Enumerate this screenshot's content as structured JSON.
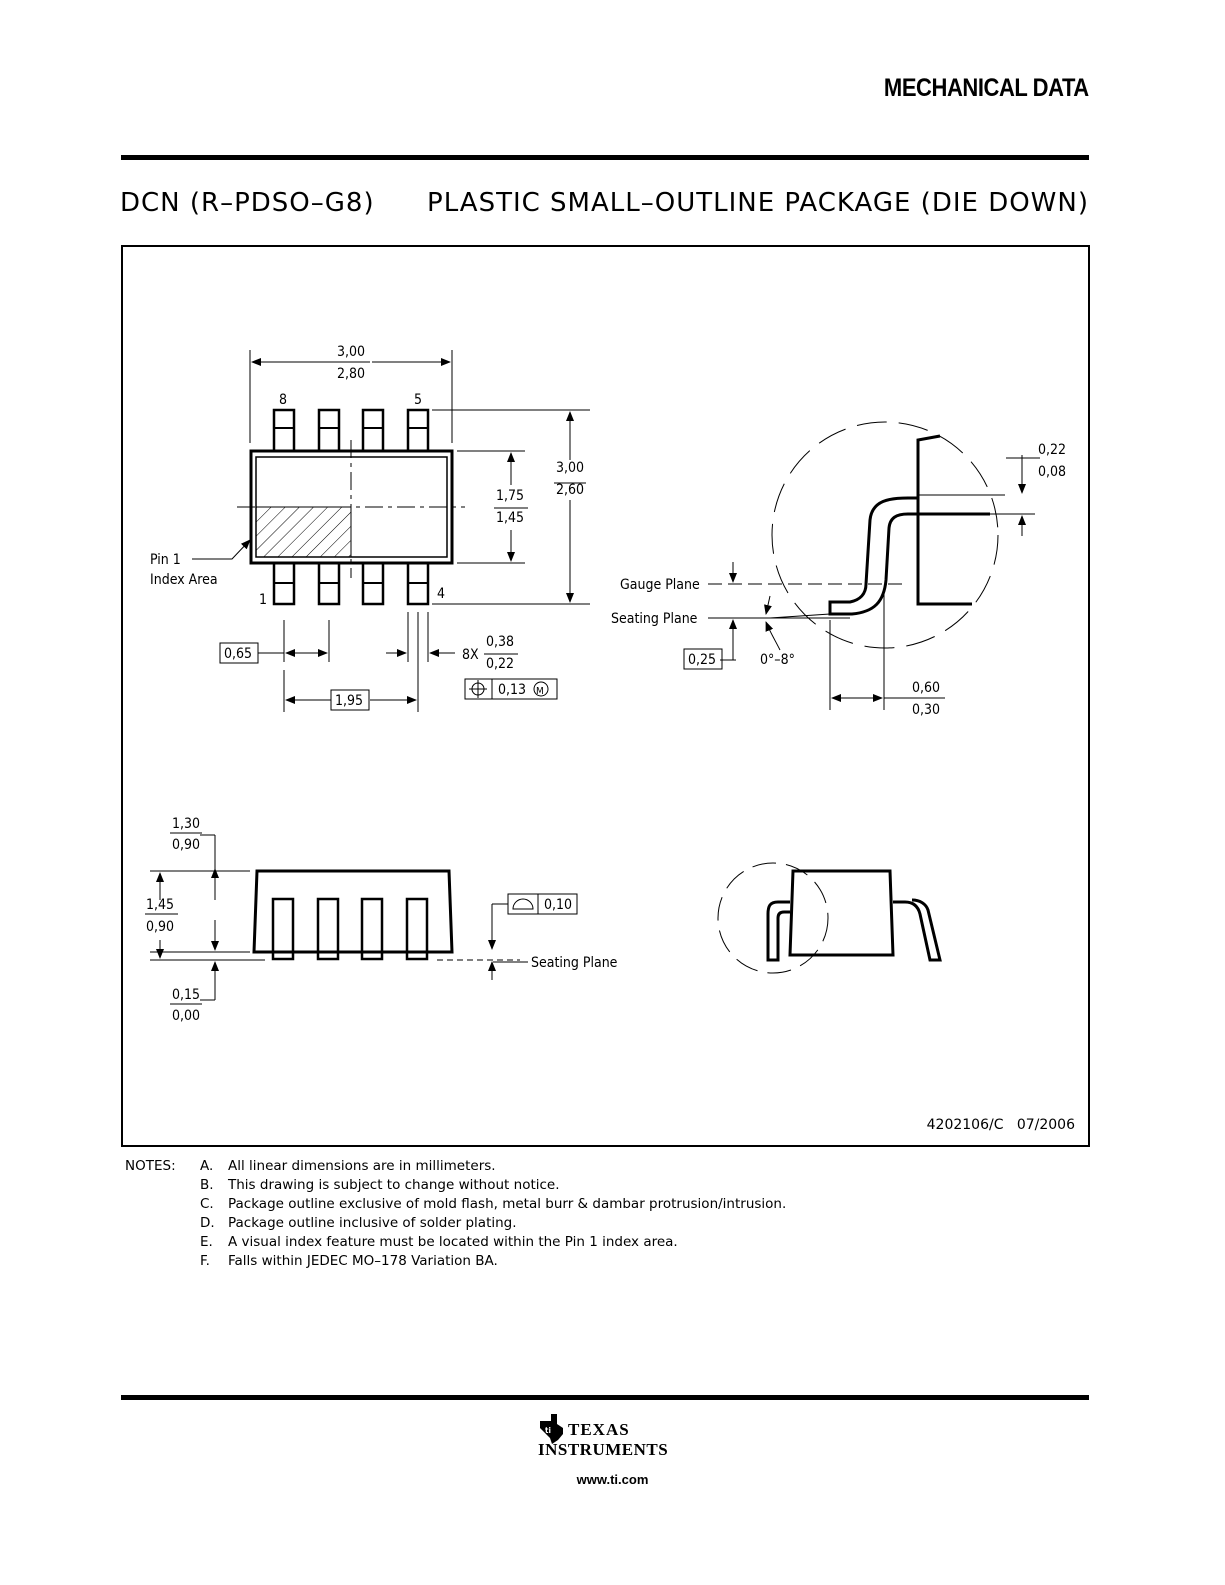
{
  "header": {
    "section": "MECHANICAL DATA"
  },
  "title": {
    "package_code": "DCN (R–PDSO–G8)",
    "package_name": "PLASTIC SMALL–OUTLINE PACKAGE (DIE DOWN)"
  },
  "drawing": {
    "top_view": {
      "width_max": "3,00",
      "width_min": "2,80",
      "pin8": "8",
      "pin5": "5",
      "pin1": "1",
      "pin4": "4",
      "height_max": "3,00",
      "height_min": "2,60",
      "body_max": "1,75",
      "body_min": "1,45",
      "pin1_label_1": "Pin 1",
      "pin1_label_2": "Index Area",
      "pitch": "0,65",
      "lead_count": "8X",
      "lead_w_max": "0,38",
      "lead_w_min": "0,22",
      "position_tol": "0,13",
      "span": "1,95"
    },
    "detail": {
      "tip_max": "0,22",
      "tip_min": "0,08",
      "gauge_plane": "Gauge Plane",
      "seating_plane": "Seating Plane",
      "gauge": "0,25",
      "angle": "0°–8°",
      "foot_max": "0,60",
      "foot_min": "0,30"
    },
    "side_view": {
      "top_max": "1,30",
      "top_min": "0,90",
      "body_max": "1,45",
      "body_min": "0,90",
      "stand_max": "0,15",
      "stand_min": "0,00",
      "coplanarity": "0,10",
      "seating_plane": "Seating Plane"
    },
    "doc_number": "4202106/C   07/2006"
  },
  "notes": {
    "label": "NOTES:",
    "items": [
      {
        "k": "A.",
        "t": "All linear dimensions are in millimeters."
      },
      {
        "k": "B.",
        "t": "This drawing is subject to change without notice."
      },
      {
        "k": "C.",
        "t": "Package outline exclusive of mold flash, metal burr & dambar protrusion/intrusion."
      },
      {
        "k": "D.",
        "t": "Package outline inclusive of solder plating."
      },
      {
        "k": "E.",
        "t": "A visual index feature must be located within the Pin 1 index area."
      },
      {
        "k": "F.",
        "t": "Falls within JEDEC MO–178 Variation BA."
      }
    ]
  },
  "footer": {
    "brand_1": "TEXAS",
    "brand_2": "INSTRUMENTS",
    "url": "www.ti.com"
  }
}
